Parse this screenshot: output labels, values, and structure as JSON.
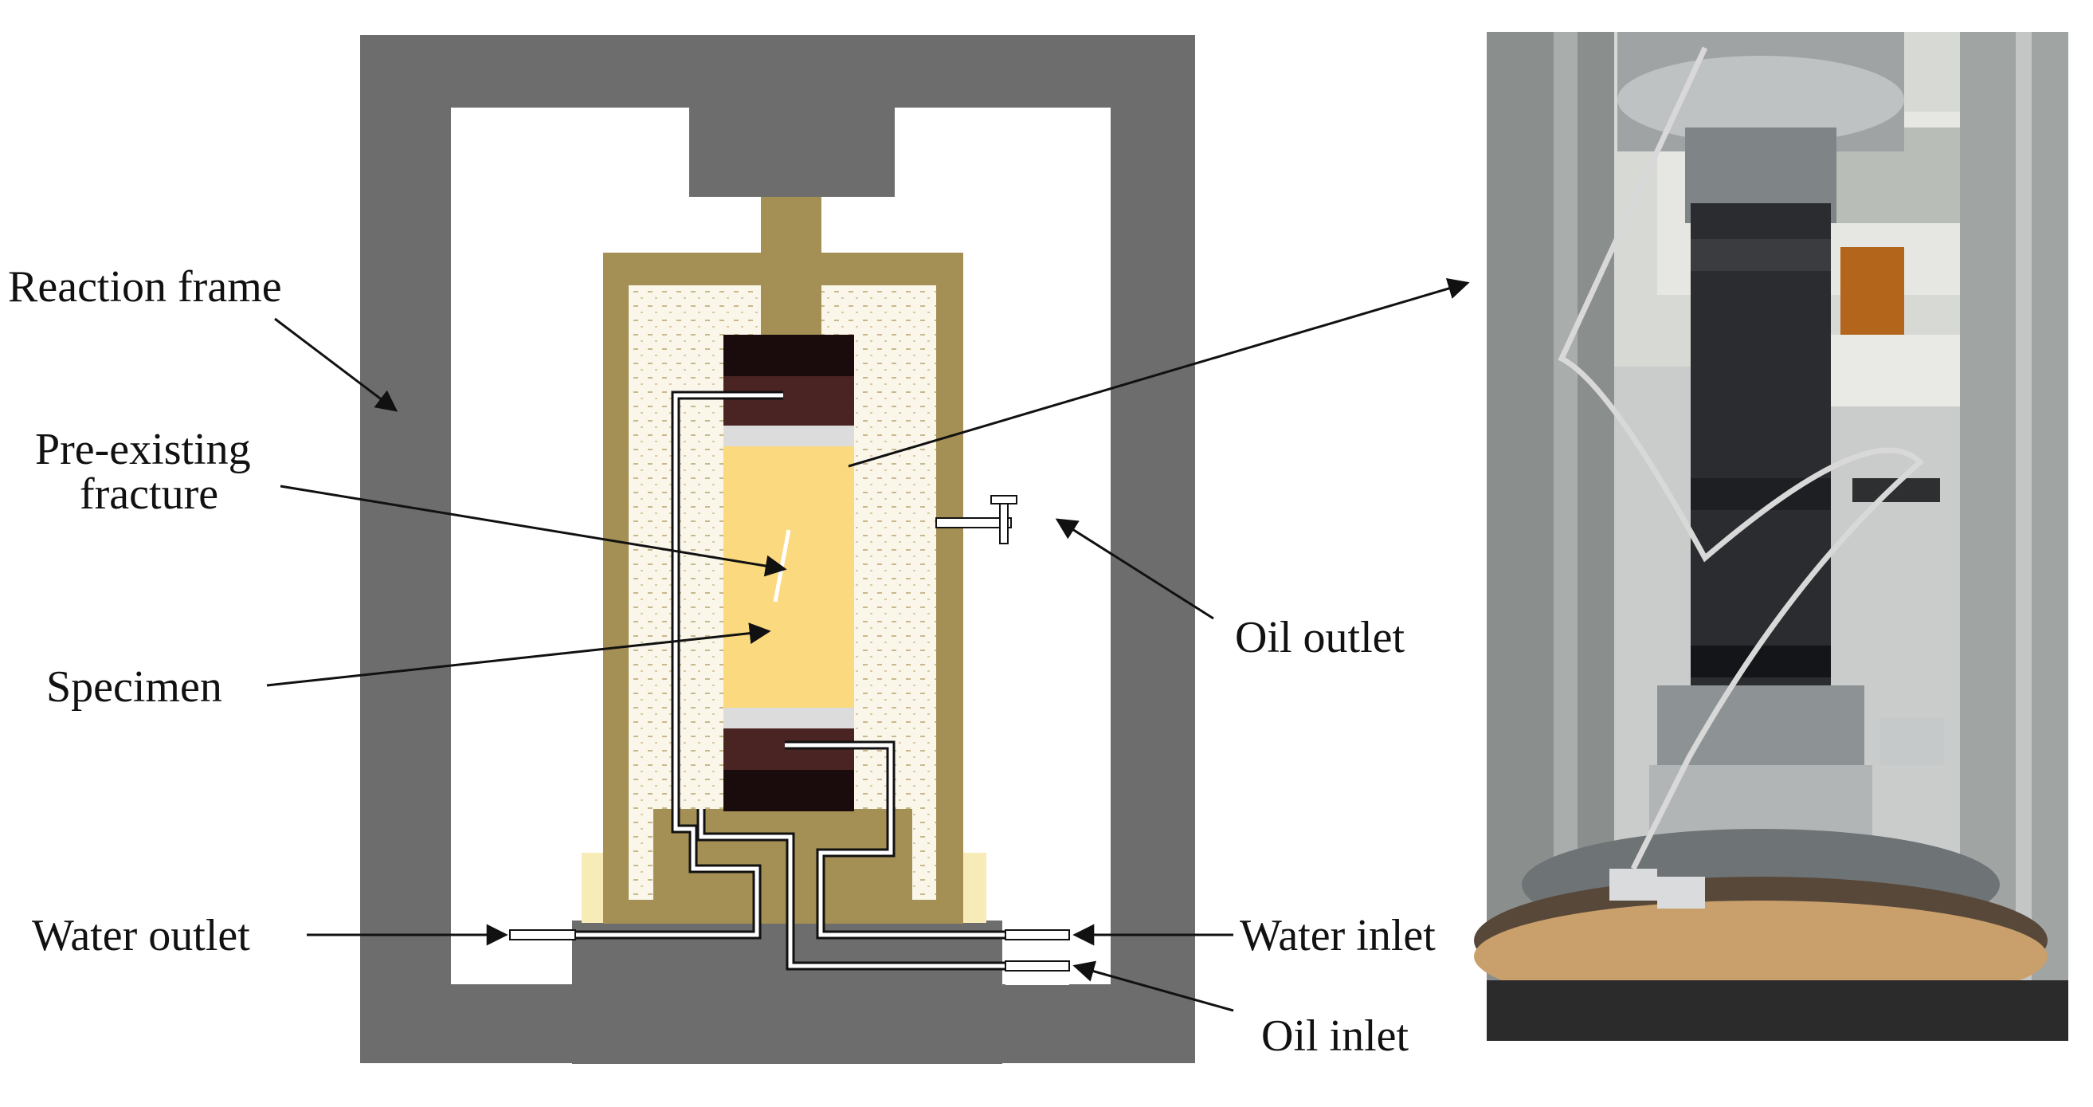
{
  "labels": {
    "reaction_frame": "Reaction frame",
    "pre_existing_fracture_line1": "Pre-existing",
    "pre_existing_fracture_line2": "fracture",
    "specimen": "Specimen",
    "water_outlet": "Water outlet",
    "oil_outlet": "Oil outlet",
    "water_inlet": "Water inlet",
    "oil_inlet": "Oil inlet"
  },
  "colors": {
    "frame": "#6d6d6d",
    "cell_body": "#a48f55",
    "oil_fill": "#faf6ea",
    "specimen": "#fbd97f",
    "platen_dark": "#1a0c0c",
    "platen_brown": "#4a2323",
    "porous_disk": "#dcdcdc",
    "line": "#111111"
  }
}
